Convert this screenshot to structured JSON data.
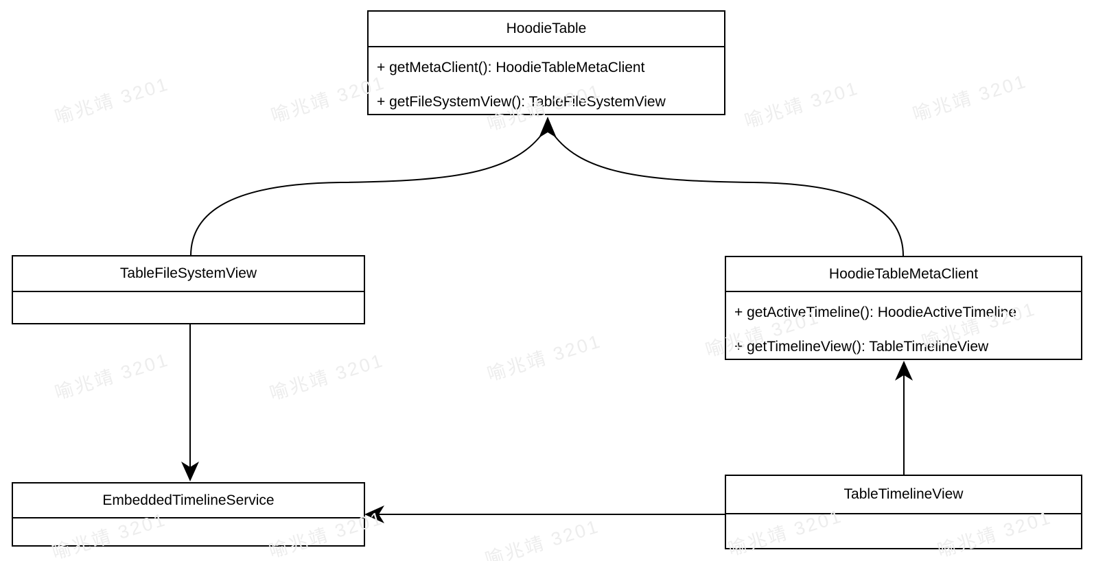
{
  "watermark": {
    "text": "喻兆靖 3201"
  },
  "colors": {
    "line": "#000000",
    "background": "#ffffff",
    "watermark": "#ededed"
  },
  "diagram": {
    "classes": [
      {
        "name": "HoodieTable",
        "methods": [
          "+ getMetaClient(): HoodieTableMetaClient",
          "+ getFileSystemView(): TableFileSystemView"
        ]
      },
      {
        "name": "TableFileSystemView",
        "methods": []
      },
      {
        "name": "HoodieTableMetaClient",
        "methods": [
          "+ getActiveTimeline(): HoodieActiveTimeline",
          "+ getTimelineView(): TableTimelineView"
        ]
      },
      {
        "name": "EmbeddedTimelineService",
        "methods": []
      },
      {
        "name": "TableTimelineView",
        "methods": []
      }
    ],
    "relations": [
      {
        "from": "TableFileSystemView",
        "to": "HoodieTable",
        "style": "curved-arrow"
      },
      {
        "from": "HoodieTableMetaClient",
        "to": "HoodieTable",
        "style": "curved-arrow"
      },
      {
        "from": "TableFileSystemView",
        "to": "EmbeddedTimelineService",
        "style": "straight-arrow"
      },
      {
        "from": "TableTimelineView",
        "to": "HoodieTableMetaClient",
        "style": "straight-arrow"
      },
      {
        "from": "TableTimelineView",
        "to": "EmbeddedTimelineService",
        "style": "straight-arrow"
      }
    ]
  }
}
